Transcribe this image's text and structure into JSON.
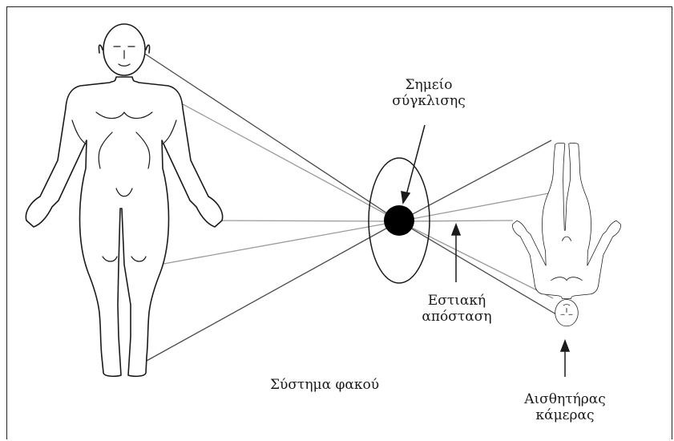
{
  "labels": {
    "convergence_point": [
      "Σημείο",
      "σύγκλισης"
    ],
    "focal_distance": [
      "Εστιακή",
      "απόσταση"
    ],
    "lens_system": "Σύστημα φακού",
    "camera_sensor": [
      "Αισθητήρας",
      "κάμερας"
    ]
  },
  "colors": {
    "ink": "#1a1a1a",
    "ray_dark": "#4a4a4a",
    "ray_light": "#9a9a9a"
  }
}
